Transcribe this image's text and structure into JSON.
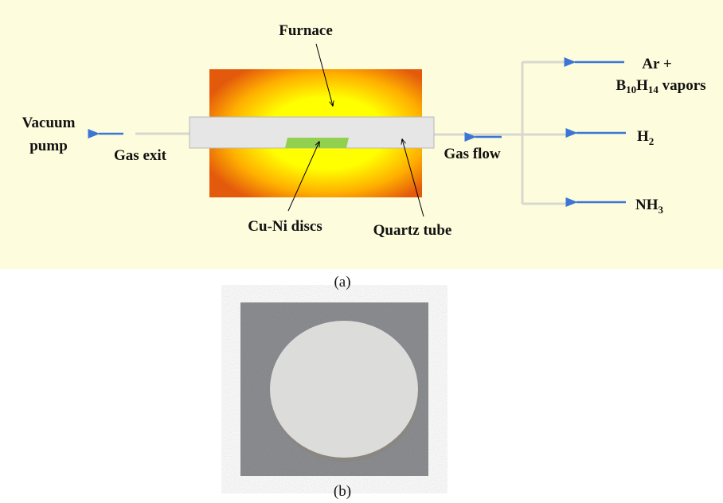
{
  "panel_a": {
    "caption": "(a)",
    "labels": {
      "furnace": "Furnace",
      "vacuum_line1": "Vacuum",
      "vacuum_line2": "pump",
      "gas_exit": "Gas exit",
      "gas_flow": "Gas flow",
      "cu_ni": "Cu-Ni discs",
      "quartz": "Quartz tube",
      "ar_line1": "Ar +",
      "b10h14": {
        "b": "B",
        "b_sub": "10",
        "h": "H",
        "h_sub": "14",
        "rest": " vapors"
      },
      "h2": {
        "main": "H",
        "sub": "2"
      },
      "nh3": {
        "main": "NH",
        "sub": "3"
      }
    },
    "colors": {
      "background": "#fdfcdc",
      "furnace_edge": "#e8700f",
      "furnace_center": "#ffff00",
      "tube": "#e6e6e6",
      "disc": "#92d050",
      "arrow": "#3b76d6"
    }
  },
  "panel_b": {
    "caption": "(b)"
  }
}
